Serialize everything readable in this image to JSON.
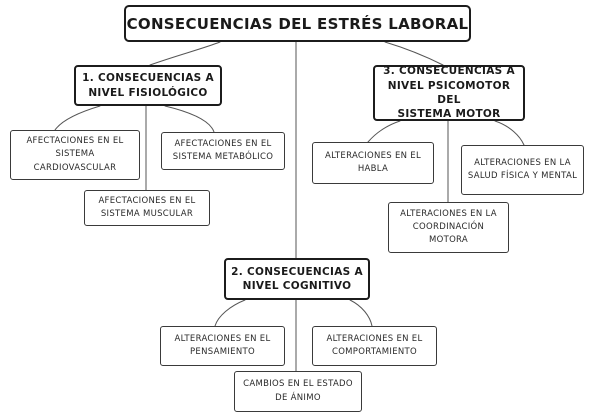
{
  "title": "CONSECUENCIAS DEL ESTRÉS LABORAL",
  "categories": [
    {
      "label": "1. CONSECUENCIAS A\nNIVEL FISIOLÓGICO",
      "children": [
        "AFECTACIONES EN EL\nSISTEMA\nCARDIOVASCULAR",
        "AFECTACIONES EN EL\nSISTEMA METABÓLICO",
        "AFECTACIONES EN EL\nSISTEMA MUSCULAR"
      ]
    },
    {
      "label": "2. CONSECUENCIAS A\nNIVEL COGNITIVO",
      "children": [
        "ALTERACIONES EN EL\nPENSAMIENTO",
        "ALTERACIONES EN EL\nCOMPORTAMIENTO",
        "CAMBIOS EN EL ESTADO\nDE ÁNIMO"
      ]
    },
    {
      "label": "3. CONSECUENCIAS A\nNIVEL PSICOMOTOR DEL\nSISTEMA MOTOR",
      "children": [
        "ALTERACIONES EN EL\nHABLA",
        "ALTERACIONES EN LA\nSALUD FÍSICA Y MENTAL",
        "ALTERACIONES EN LA\nCOORDINACIÓN\nMOTORA"
      ]
    }
  ]
}
